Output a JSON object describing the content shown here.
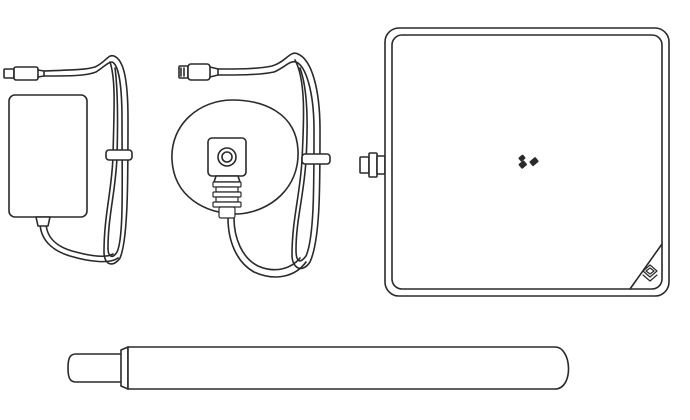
{
  "scene": {
    "items": [
      {
        "name": "power-adapter"
      },
      {
        "name": "wireless-charging-puck"
      },
      {
        "name": "charging-pad"
      },
      {
        "name": "antenna-tube"
      }
    ],
    "colors": {
      "line": "#2a2a2a",
      "background": "#ffffff"
    },
    "icons": [
      "logo-mark-icon",
      "corner-logo-icon"
    ]
  }
}
